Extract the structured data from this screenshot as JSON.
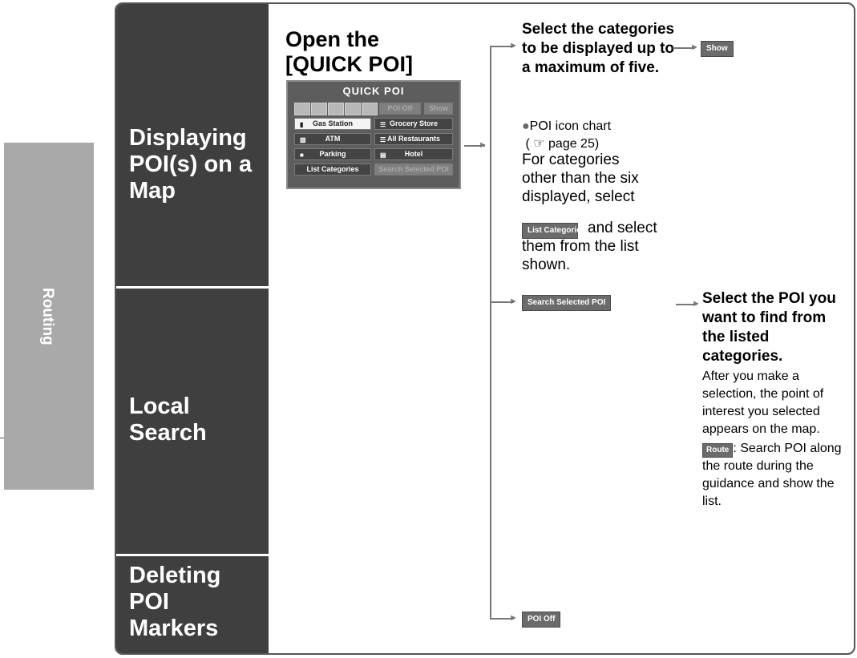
{
  "side_tab": {
    "label": "Routing"
  },
  "sections": {
    "displaying": "Displaying POI(s) on a Map",
    "local_search": "Local Search",
    "deleting": "Deleting POI Markers"
  },
  "step1": {
    "title": "Open the [QUICK POI]"
  },
  "quick_poi_panel": {
    "title": "QUICK POI",
    "poi_off": "POI Off",
    "show": "Show",
    "gas_station": "Gas Station",
    "grocery_store": "Grocery Store",
    "atm": "ATM",
    "all_restaurants": "All Restaurants",
    "parking": "Parking",
    "hotel": "Hotel",
    "list_categories": "List Categories",
    "search_selected_poi": "Search Selected POI"
  },
  "step2": {
    "title": "Select the categories to be displayed up to a maximum of five.",
    "bullet": "POI icon chart",
    "page_ref": "page 25",
    "note_1": "For categories other than the six displayed, select",
    "list_categories_btn": "List Categories",
    "note_2": "and select them from the list shown."
  },
  "show_btn": "Show",
  "local_search": {
    "button": "Search Selected POI",
    "title": "Select the POI you want to find from the listed categories.",
    "body": "After you make a selection, the point of interest you selected appears on the map.",
    "route_btn": "Route",
    "route_desc": ": Search POI along the route during the guidance and show the list."
  },
  "deleting": {
    "button": "POI Off"
  }
}
